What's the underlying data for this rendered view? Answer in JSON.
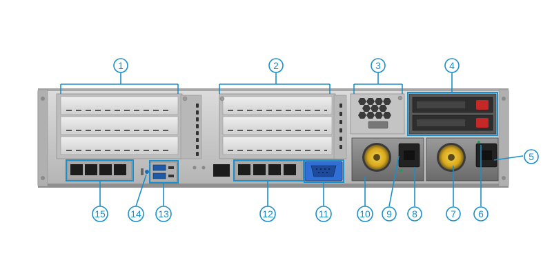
{
  "callouts": [
    {
      "id": 1,
      "label": "1"
    },
    {
      "id": 2,
      "label": "2"
    },
    {
      "id": 3,
      "label": "3"
    },
    {
      "id": 4,
      "label": "4"
    },
    {
      "id": 5,
      "label": "5"
    },
    {
      "id": 6,
      "label": "6"
    },
    {
      "id": 7,
      "label": "7"
    },
    {
      "id": 8,
      "label": "8"
    },
    {
      "id": 9,
      "label": "9"
    },
    {
      "id": 10,
      "label": "10"
    },
    {
      "id": 11,
      "label": "11"
    },
    {
      "id": 12,
      "label": "12"
    },
    {
      "id": 13,
      "label": "13"
    },
    {
      "id": 14,
      "label": "14"
    },
    {
      "id": 15,
      "label": "15"
    }
  ],
  "colors": {
    "callout": "#1a8fc9",
    "chassis": "#c9c9c9",
    "vga": "#2f6fd6"
  },
  "icons": [
    "vga-port-icon",
    "ethernet-port-icon",
    "usb-port-icon",
    "power-socket-icon",
    "fan-icon"
  ]
}
